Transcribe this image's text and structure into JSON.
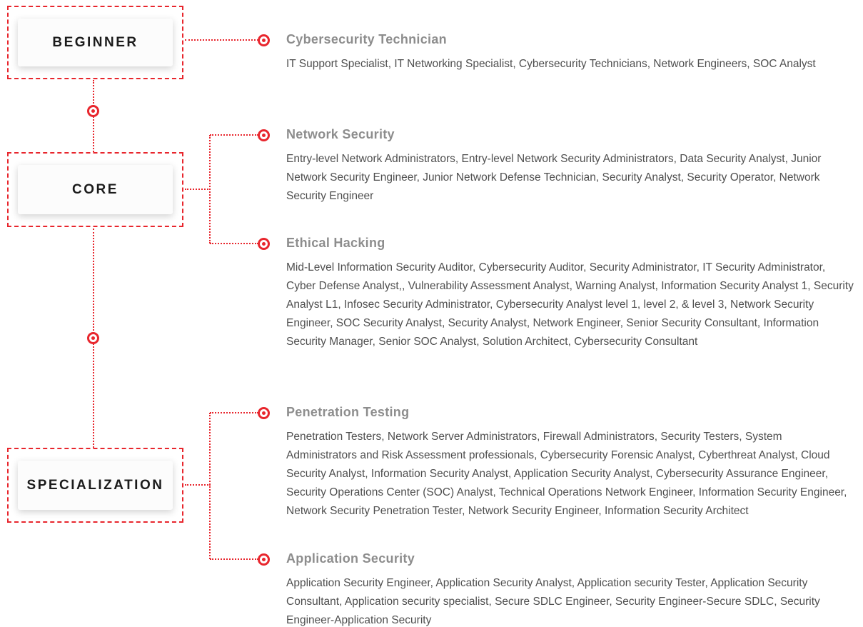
{
  "palette": {
    "accent_red": "#e8262d",
    "heading_gray": "#8d8d8d",
    "body_gray": "#4f4f4f"
  },
  "levels": [
    {
      "id": "beginner",
      "label": "BEGINNER"
    },
    {
      "id": "core",
      "label": "CORE"
    },
    {
      "id": "specialization",
      "label": "SPECIALIZATION"
    }
  ],
  "tracks": [
    {
      "title": "Cybersecurity Technician",
      "roles": "IT Support Specialist, IT Networking Specialist, Cybersecurity Technicians, Network Engineers, SOC Analyst"
    },
    {
      "title": "Network Security",
      "roles": "Entry-level Network Administrators, Entry-level Network Security Administrators, Data Security Analyst, Junior Network Security Engineer, Junior Network Defense Technician, Security Analyst, Security Operator, Network Security Engineer"
    },
    {
      "title": "Ethical Hacking",
      "roles": "Mid-Level Information Security Auditor, Cybersecurity Auditor, Security Administrator, IT Security Administrator, Cyber Defense Analyst,, Vulnerability Assessment Analyst, Warning Analyst, Information Security Analyst 1, Security Analyst L1, Infosec Security Administrator, Cybersecurity Analyst level 1, level 2, & level 3, Network Security Engineer, SOC Security Analyst, Security Analyst, Network Engineer, Senior Security Consultant, Information Security Manager, Senior SOC Analyst, Solution Architect, Cybersecurity Consultant"
    },
    {
      "title": "Penetration Testing",
      "roles": "Penetration Testers, Network Server Administrators, Firewall Administrators, Security Testers, System Administrators and Risk Assessment professionals, Cybersecurity Forensic Analyst, Cyberthreat Analyst, Cloud Security Analyst, Information Security Analyst, Application Security Analyst, Cybersecurity Assurance Engineer, Security Operations Center (SOC) Analyst, Technical Operations Network Engineer, Information Security Engineer, Network Security Penetration Tester, Network Security Engineer, Information Security Architect"
    },
    {
      "title": "Application Security",
      "roles": "Application Security Engineer, Application Security Analyst, Application security Tester, Application Security Consultant, Application security specialist, Secure SDLC Engineer, Security Engineer-Secure SDLC, Security Engineer-Application Security"
    }
  ]
}
